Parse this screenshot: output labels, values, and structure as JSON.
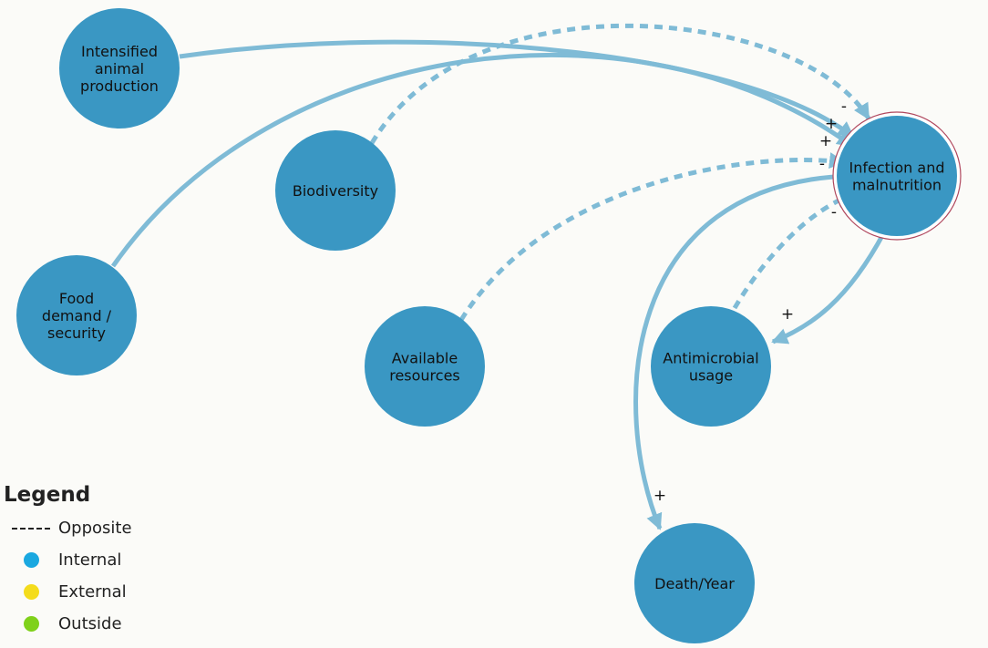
{
  "colors": {
    "node_fill": "#3a97c3",
    "edge": "#7fbbd6",
    "highlight_ring": "#b0485e",
    "background": "#fbfbf8"
  },
  "nodes": [
    {
      "id": "intensified",
      "lines": [
        "Intensified",
        "animal",
        "production"
      ]
    },
    {
      "id": "biodiversity",
      "lines": [
        "Biodiversity"
      ]
    },
    {
      "id": "food",
      "lines": [
        "Food",
        "demand /",
        "security"
      ]
    },
    {
      "id": "resources",
      "lines": [
        "Available",
        "resources"
      ]
    },
    {
      "id": "infection",
      "lines": [
        "Infection and",
        "malnutrition"
      ],
      "highlighted": true
    },
    {
      "id": "antimicrobial",
      "lines": [
        "Antimicrobial",
        "usage"
      ]
    },
    {
      "id": "death",
      "lines": [
        "Death/Year"
      ]
    }
  ],
  "edges": [
    {
      "from": "intensified",
      "to": "infection",
      "sign": "+",
      "style": "solid"
    },
    {
      "from": "food",
      "to": "infection",
      "sign": "+",
      "style": "solid"
    },
    {
      "from": "biodiversity",
      "to": "infection",
      "sign": "-",
      "style": "dashed"
    },
    {
      "from": "resources",
      "to": "infection",
      "sign": "-",
      "style": "dashed"
    },
    {
      "from": "antimicrobial",
      "to": "infection",
      "sign": "-",
      "style": "dashed"
    },
    {
      "from": "infection",
      "to": "antimicrobial",
      "sign": "+",
      "style": "solid"
    },
    {
      "from": "infection",
      "to": "death",
      "sign": "+",
      "style": "solid"
    }
  ],
  "legend": {
    "title": "Legend",
    "items": [
      {
        "key": "dash",
        "label": "Opposite"
      },
      {
        "key": "dot",
        "label": "Internal",
        "color": "#1aa8e0"
      },
      {
        "key": "dot",
        "label": "External",
        "color": "#f4dc1c"
      },
      {
        "key": "dot",
        "label": "Outside",
        "color": "#7fd11a"
      }
    ]
  }
}
